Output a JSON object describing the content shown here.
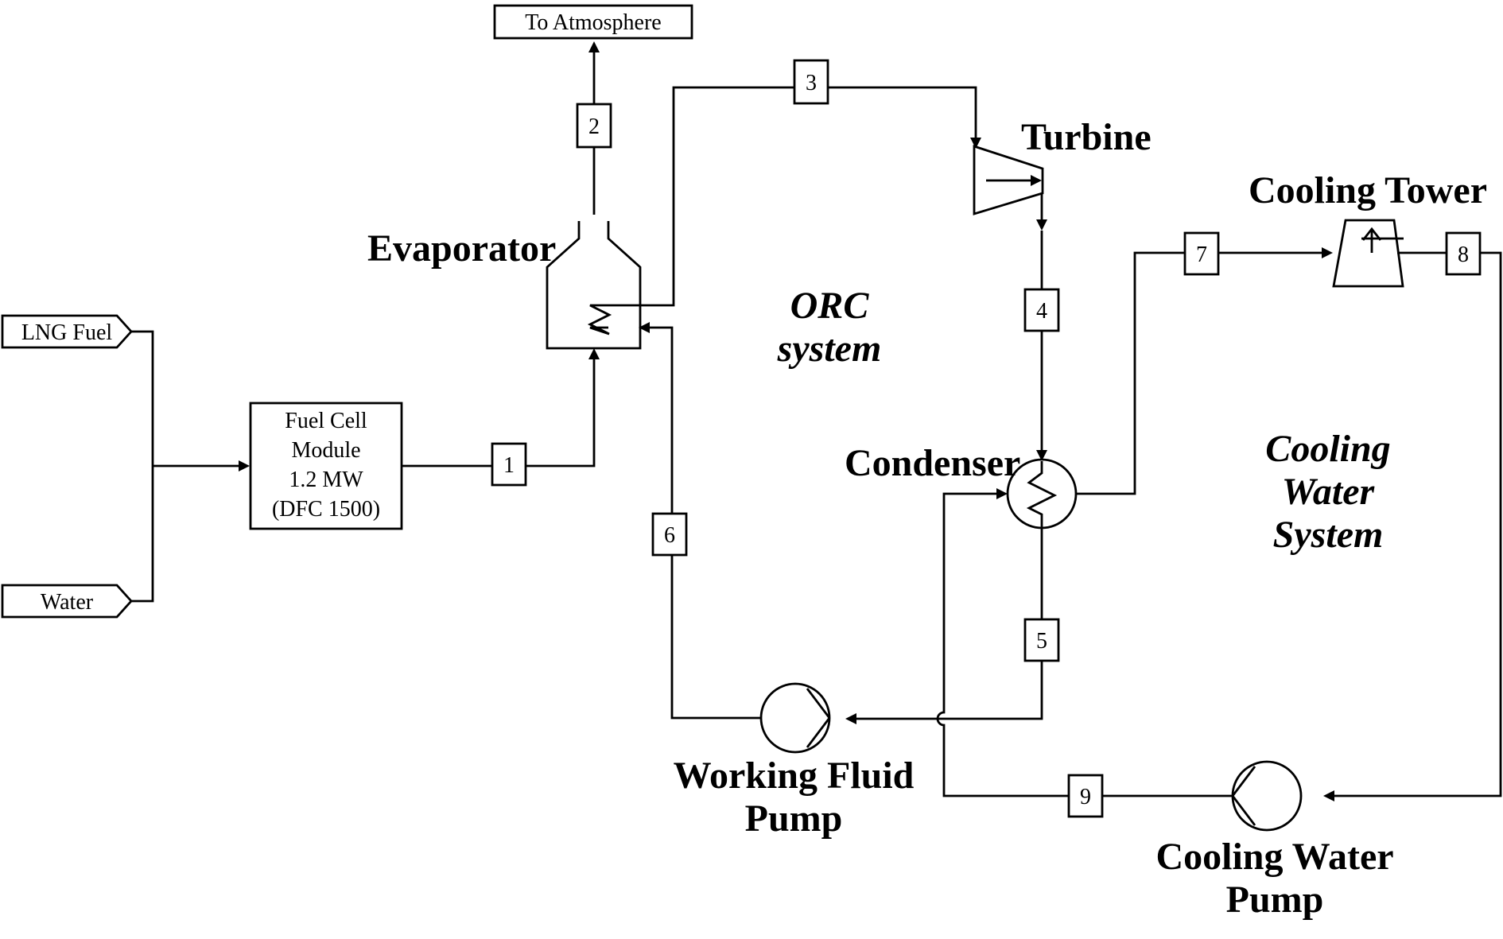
{
  "inputs": {
    "lng_fuel": "LNG Fuel",
    "water": "Water"
  },
  "outlet": "To Atmosphere",
  "fuel_cell": {
    "line1": "Fuel Cell",
    "line2": "Module",
    "line3": "1.2 MW",
    "line4": "(DFC 1500)"
  },
  "components": {
    "evaporator": "Evaporator",
    "turbine": "Turbine",
    "condenser": "Condenser",
    "cooling_tower": "Cooling Tower",
    "wf_pump_line1": "Working Fluid",
    "wf_pump_line2": "Pump",
    "cw_pump_line1": "Cooling Water",
    "cw_pump_line2": "Pump"
  },
  "systems": {
    "orc_line1": "ORC",
    "orc_line2": "system",
    "cooling_line1": "Cooling",
    "cooling_line2": "Water",
    "cooling_line3": "System"
  },
  "streams": [
    "1",
    "2",
    "3",
    "4",
    "5",
    "6",
    "7",
    "8",
    "9"
  ]
}
